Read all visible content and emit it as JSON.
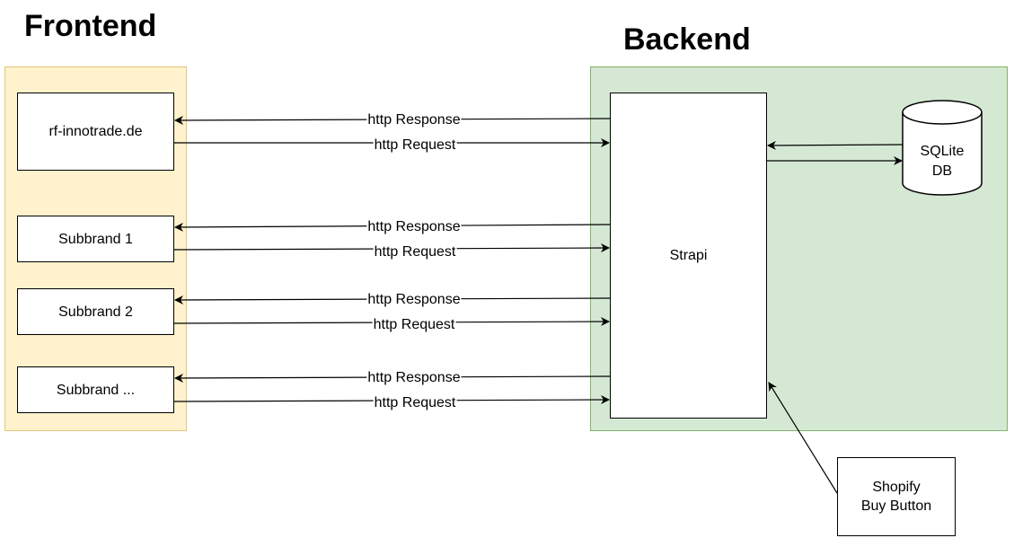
{
  "frontend": {
    "title": "Frontend",
    "boxes": {
      "main": "rf-innotrade.de",
      "sub1": "Subbrand 1",
      "sub2": "Subbrand 2",
      "sub3": "Subbrand ..."
    }
  },
  "backend": {
    "title": "Backend",
    "strapi": "Strapi",
    "database": "SQLite\nDB"
  },
  "external": {
    "shopify": "Shopify\nBuy Button"
  },
  "connections": {
    "response_label": "http Response",
    "request_label": "http Request"
  },
  "colors": {
    "frontend_fill": "#fff2cc",
    "frontend_border": "#e6c47a",
    "backend_fill": "#d5e8d4",
    "backend_border": "#82b366"
  }
}
